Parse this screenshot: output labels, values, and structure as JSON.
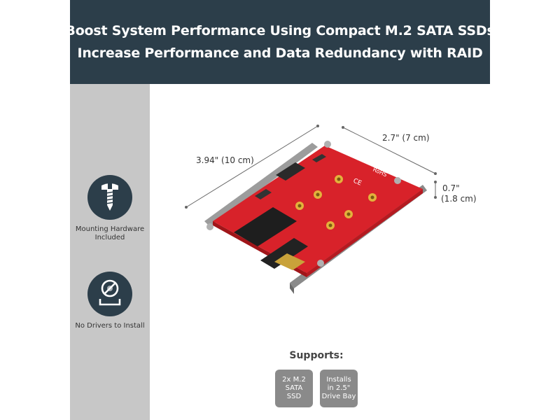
{
  "header": {
    "line1": "Boost System Performance Using Compact M.2 SATA SSDs",
    "line2": "Increase Performance and Data Redundancy with RAID"
  },
  "features": [
    {
      "icon": "screw-icon",
      "caption": "Mounting Hardware\nIncluded"
    },
    {
      "icon": "no-driver-icon",
      "caption": "No Drivers to Install"
    }
  ],
  "dimensions": {
    "length": "3.94\" (10 cm)",
    "width": "2.7\" (7 cm)",
    "height_in": "0.7\"",
    "height_cm": "(1.8 cm)"
  },
  "board_labels": {
    "rohs": "RoHS",
    "ce": "CE"
  },
  "supports": {
    "title": "Supports:",
    "badges": [
      "2x M.2\nSATA\nSSD",
      "Installs\nin 2.5\"\nDrive Bay"
    ]
  },
  "colors": {
    "header_bg": "#2c3e4a",
    "sidebar_bg": "#c7c7c7",
    "board_red": "#d8222a",
    "badge_bg": "#8a8a8a"
  }
}
